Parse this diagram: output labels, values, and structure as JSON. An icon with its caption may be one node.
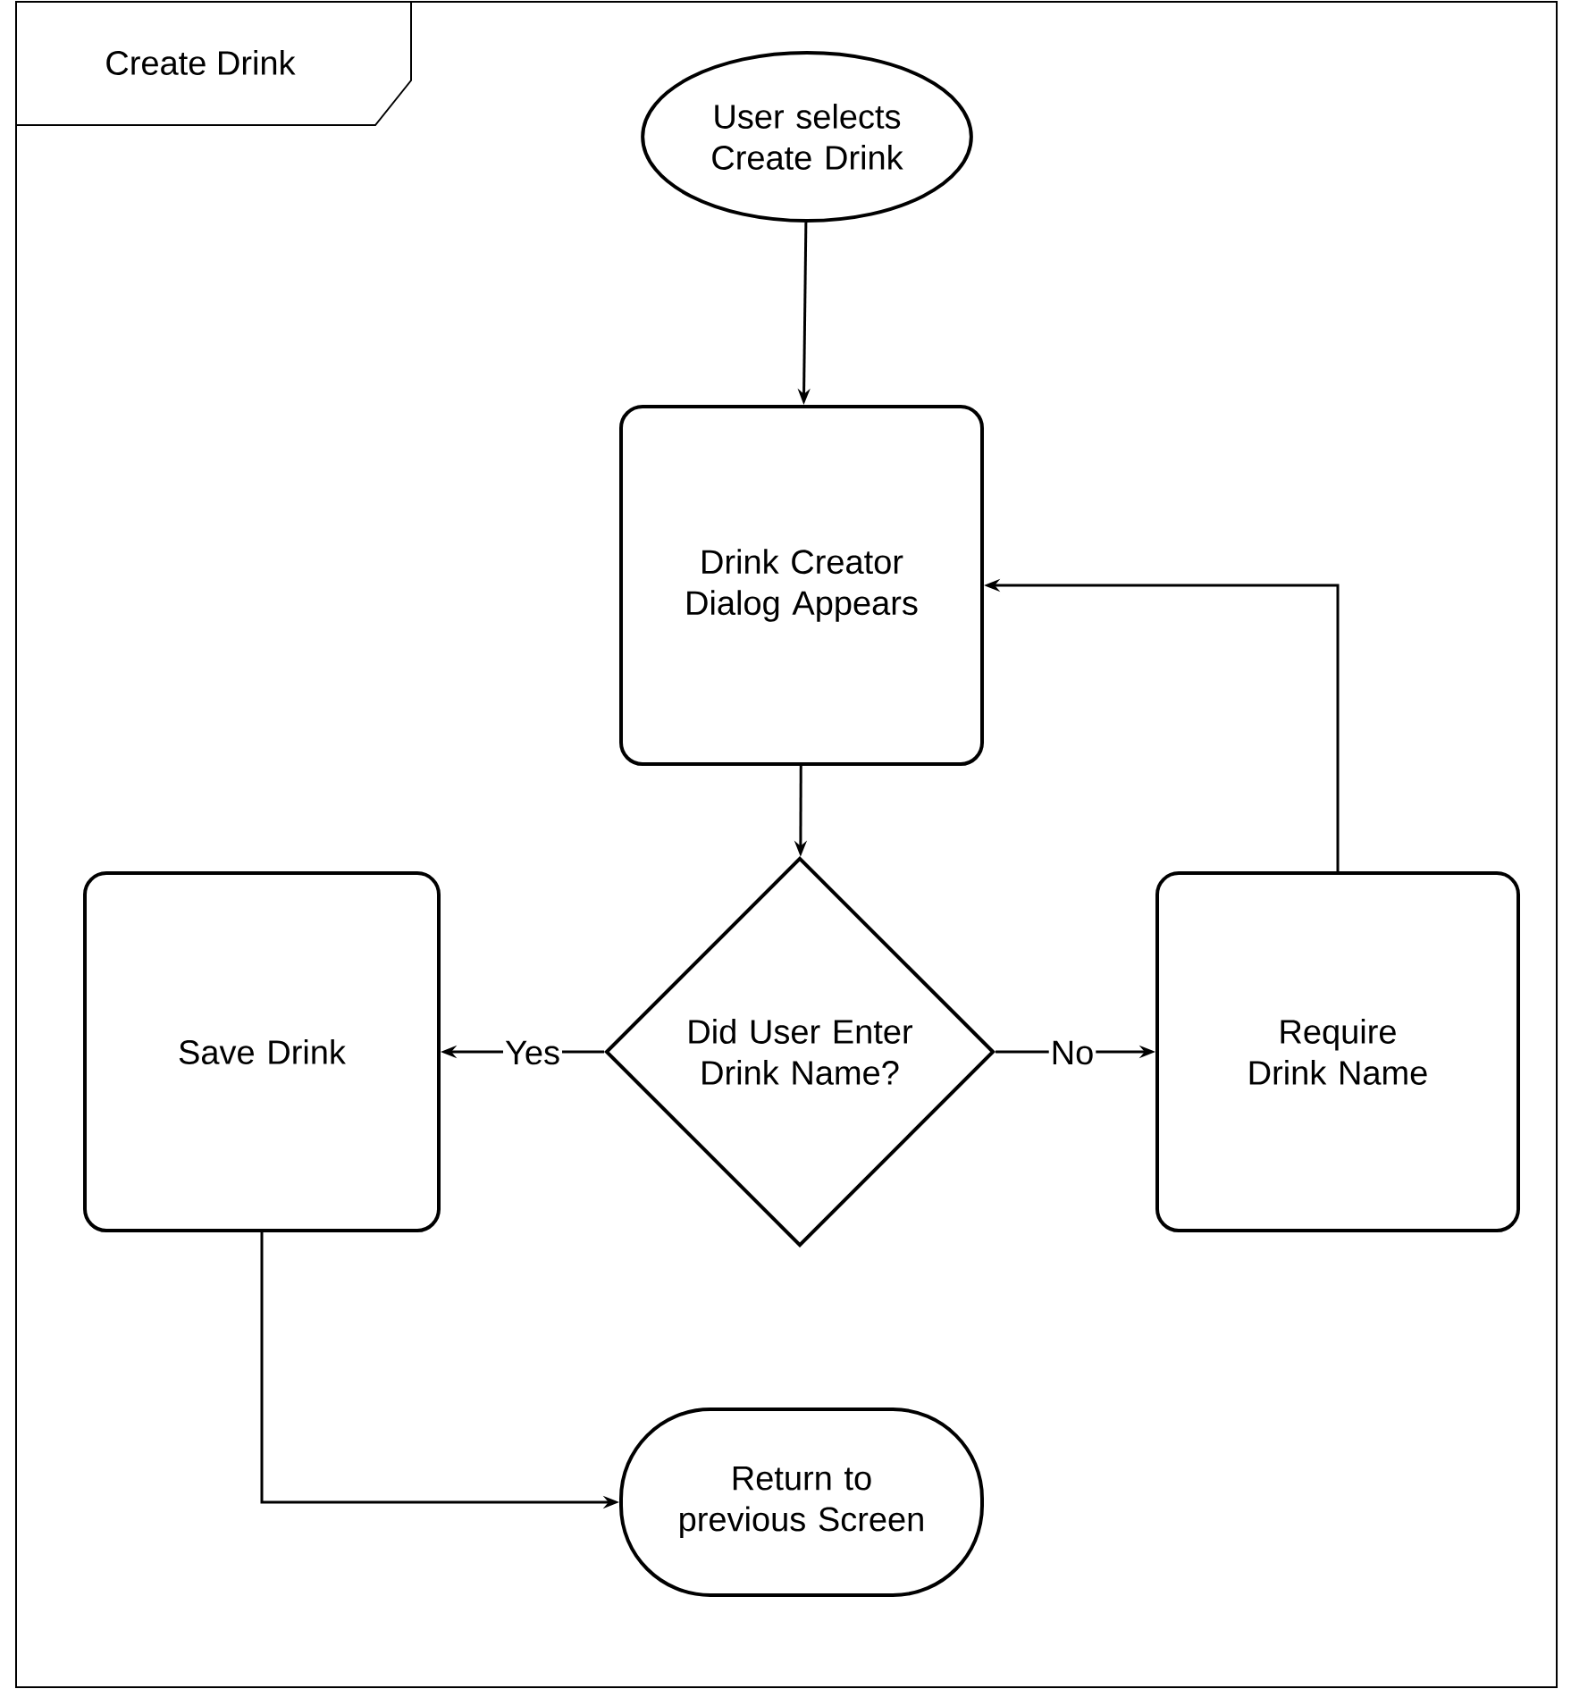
{
  "diagram": {
    "nodes": [
      {
        "text": [
          "Create Drink"
        ]
      },
      {
        "text": [
          "User selects Create Drink"
        ],
        "in": 0
      },
      {
        "text": [
          "Drink Creator Dialog Appears"
        ],
        "in": 0
      },
      {
        "text": [
          "Did User Enter Drink Name?"
        ],
        "in": 0
      },
      {
        "text": [
          "Save Drink"
        ],
        "in": 0
      },
      {
        "text": [
          "Require Drink Name"
        ],
        "in": 0
      },
      {
        "text": [
          "Return to previous Screen"
        ],
        "in": 0
      }
    ],
    "edges": [
      {
        "from": 1,
        "to": 2,
        "arrow": "to"
      },
      {
        "from": 2,
        "to": 3,
        "arrow": "to"
      },
      {
        "from": 3,
        "to": 4,
        "arrow": "to",
        "label": "Yes"
      },
      {
        "from": 3,
        "to": 5,
        "arrow": "to",
        "label": "No"
      },
      {
        "from": 5,
        "to": 2,
        "arrow": "to"
      },
      {
        "from": 4,
        "to": 6,
        "arrow": "to"
      }
    ]
  }
}
